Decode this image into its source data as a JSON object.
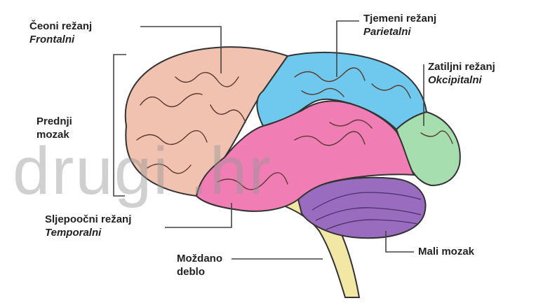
{
  "labels": {
    "frontal": {
      "name": "Čeoni režanj",
      "latin": "Frontalni"
    },
    "parietal": {
      "name": "Tjemeni režanj",
      "latin": "Parietalni"
    },
    "occipital": {
      "name": "Zatiljni režanj",
      "latin": "Okcipitalni"
    },
    "forebrain": {
      "line1": "Prednji",
      "line2": "mozak"
    },
    "temporal": {
      "name": "Sljepoočni režanj",
      "latin": "Temporalni"
    },
    "brainstem": {
      "line1": "Moždano",
      "line2": "deblo"
    },
    "cerebellum": {
      "name": "Mali mozak"
    }
  },
  "watermark": "drugi    .hr",
  "colors": {
    "frontal": "#f2c2b0",
    "parietal": "#6fc9ee",
    "occipital": "#a7deb0",
    "temporal": "#f07db4",
    "cerebellum": "#9a6cbf",
    "brainstem": "#f3e7a6",
    "outline": "#333333"
  }
}
